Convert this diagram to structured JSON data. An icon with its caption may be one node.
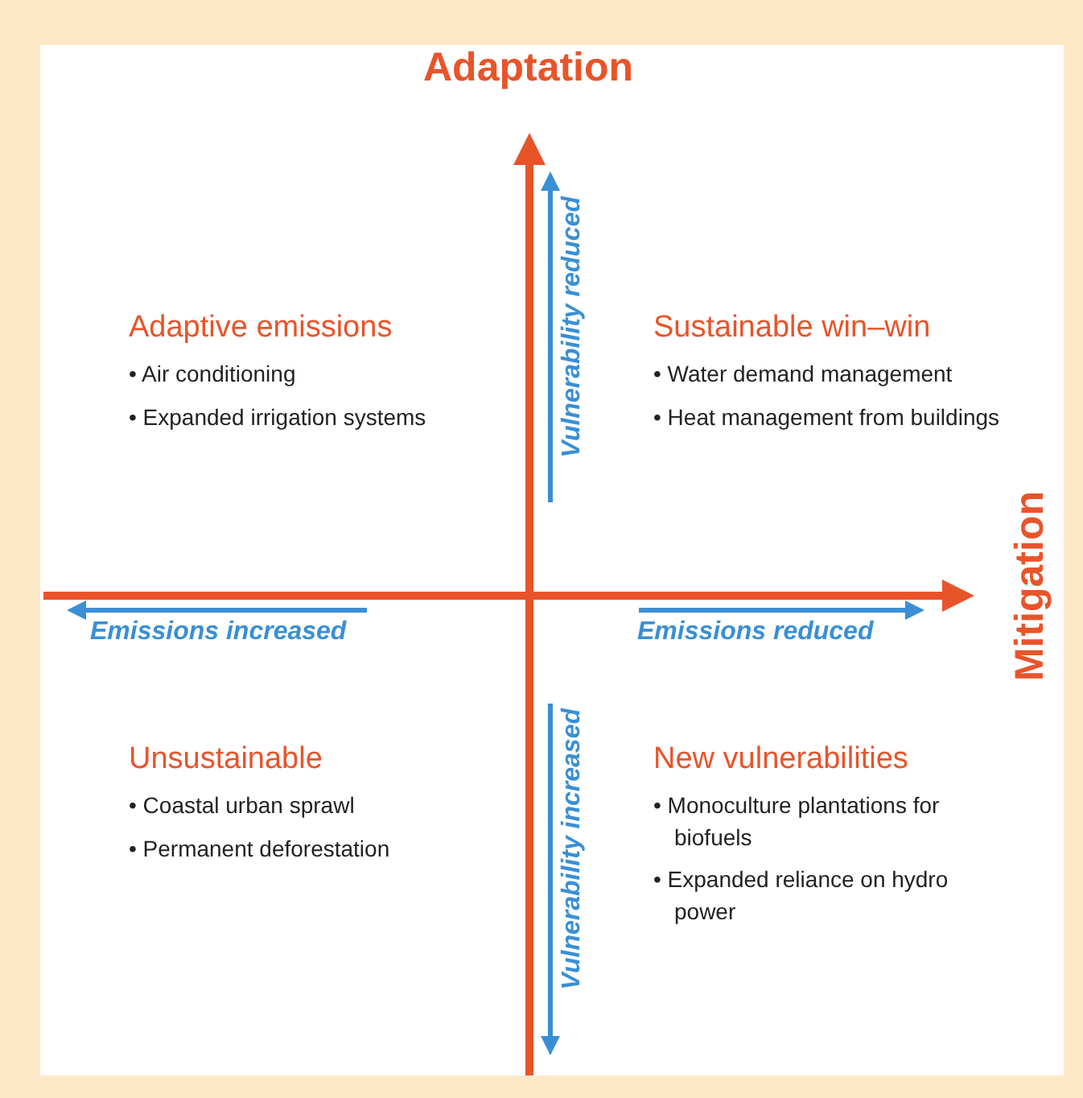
{
  "diagram": {
    "nodes": [
      {
        "text": [
          "Adaptive emissions",
          "• Air conditioning",
          "• Expanded irrigation systems"
        ]
      },
      {
        "text": [
          "Sustainable win–win",
          "• Water demand management",
          "• Heat management from buildings"
        ]
      },
      {
        "text": [
          "Unsustainable",
          "• Coastal urban sprawl",
          "• Permanent deforestation"
        ]
      },
      {
        "text": [
          "New vulnerabilities",
          "• Monoculture plantations for biofuels",
          "• Expanded reliance on hydro power"
        ]
      }
    ],
    "labels": [
      "Adaptation",
      "Vulnerability reduced",
      "Mitigation",
      "Emissions increased",
      "Emissions reduced",
      "Vulnerability increased"
    ]
  }
}
